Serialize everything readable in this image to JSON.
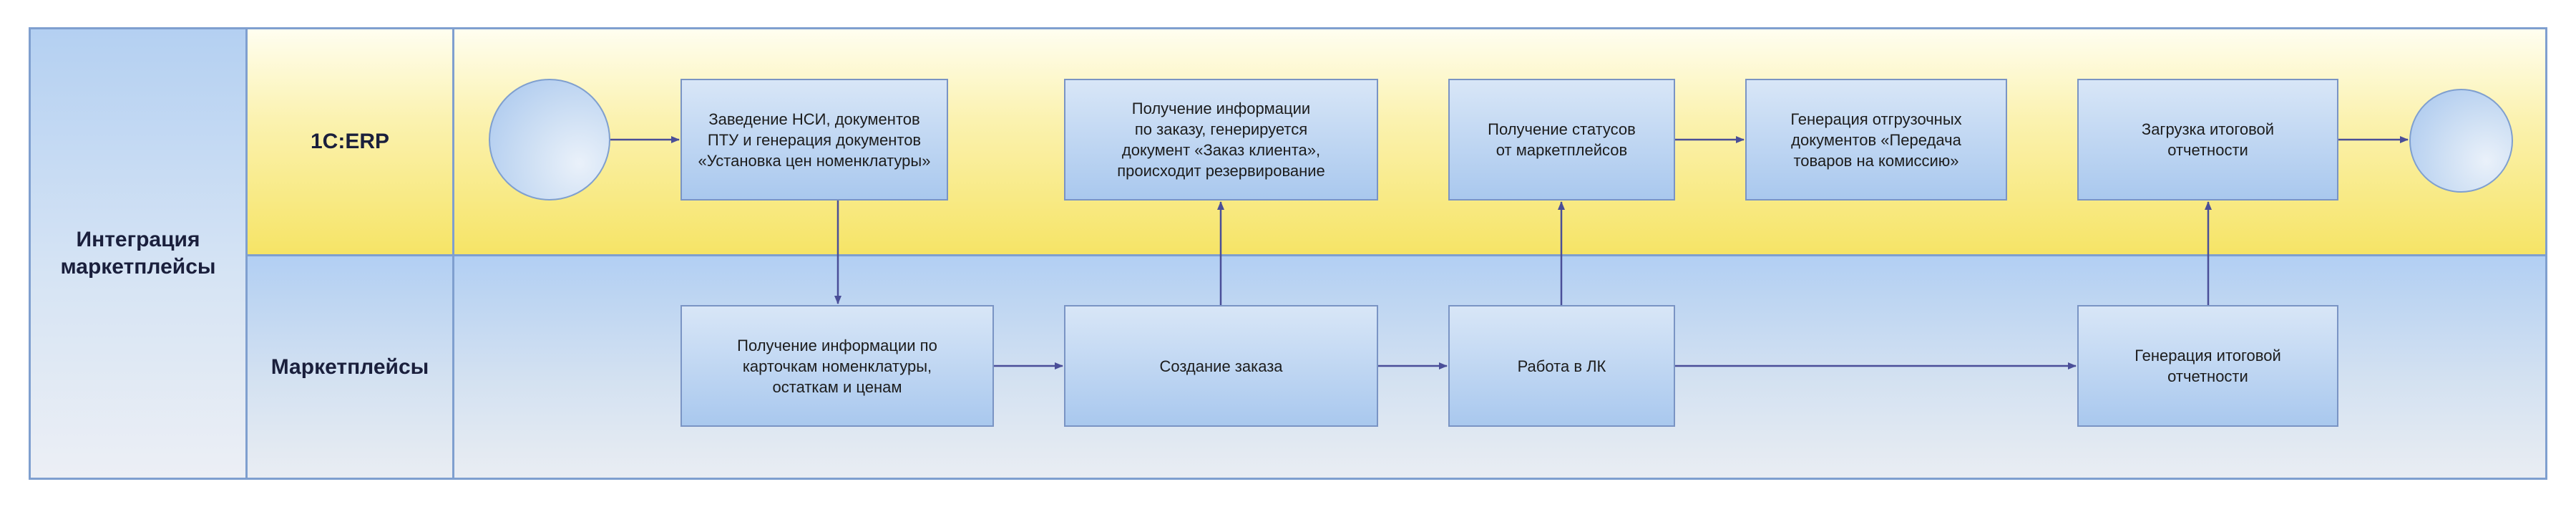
{
  "pool": {
    "title": "Интеграция\nмаркетплейсы"
  },
  "lanes": [
    {
      "title": "1С:ERP"
    },
    {
      "title": "Маркетплейсы"
    }
  ],
  "tasks": {
    "erp_nsi": "Заведение НСИ, документов\nПТУ и генерация документов\n«Установка цен номенклатуры»",
    "erp_order_info": "Получение информации\nпо заказу, генерируется\nдокумент «Заказ клиента»,\nпроисходит резервирование",
    "erp_statuses": "Получение статусов\nот маркетплейсов",
    "erp_shipping": "Генерация отгрузочных\nдокументов «Передача\nтоваров на комиссию»",
    "erp_load_report": "Загрузка итоговой\nотчетности",
    "mp_card_info": "Получение информации по\nкарточкам номенклатуры,\nостаткам и ценам",
    "mp_create_order": "Создание заказа",
    "mp_lk": "Работа в ЛК",
    "mp_report": "Генерация итоговой\nотчетности"
  },
  "colors": {
    "border": "#7f9fcf",
    "arrow": "#4a4e98",
    "lane_erp": "#f6e466",
    "lane_mp": "#b2cff3"
  }
}
